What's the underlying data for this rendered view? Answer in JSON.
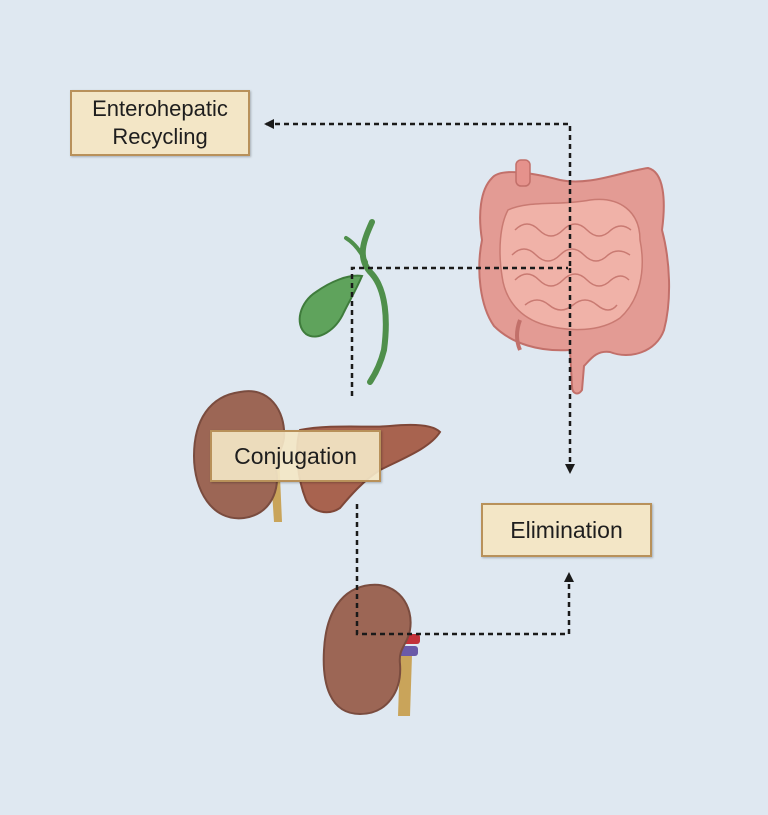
{
  "diagram": {
    "nodes": {
      "recycling": {
        "line1": "Enterohepatic",
        "line2": "Recycling"
      },
      "conjugation": {
        "label": "Conjugation"
      },
      "elimination": {
        "label": "Elimination"
      }
    },
    "organs": [
      "gallbladder",
      "small-intestine-and-colon",
      "liver",
      "kidney",
      "kidney"
    ],
    "edges": [
      {
        "from": "intestine",
        "to": "recycling",
        "style": "dashed"
      },
      {
        "from": "gallbladder",
        "to": "intestine",
        "style": "dashed"
      },
      {
        "from": "conjugation",
        "to": "gallbladder",
        "style": "dashed"
      },
      {
        "from": "intestine",
        "to": "elimination",
        "style": "dashed"
      },
      {
        "from": "conjugation",
        "to": "kidney",
        "style": "dashed"
      },
      {
        "from": "kidney",
        "to": "elimination",
        "style": "dashed"
      }
    ],
    "colors": {
      "background": "#dfe8f1",
      "box_fill": "#f3e6c6",
      "box_border": "#b8915a",
      "kidney": "#9c6655",
      "liver": "#a8634f",
      "gallbladder": "#5fa35c",
      "intestine": "#e8a0a0",
      "arrow": "#1a1a1a"
    }
  }
}
